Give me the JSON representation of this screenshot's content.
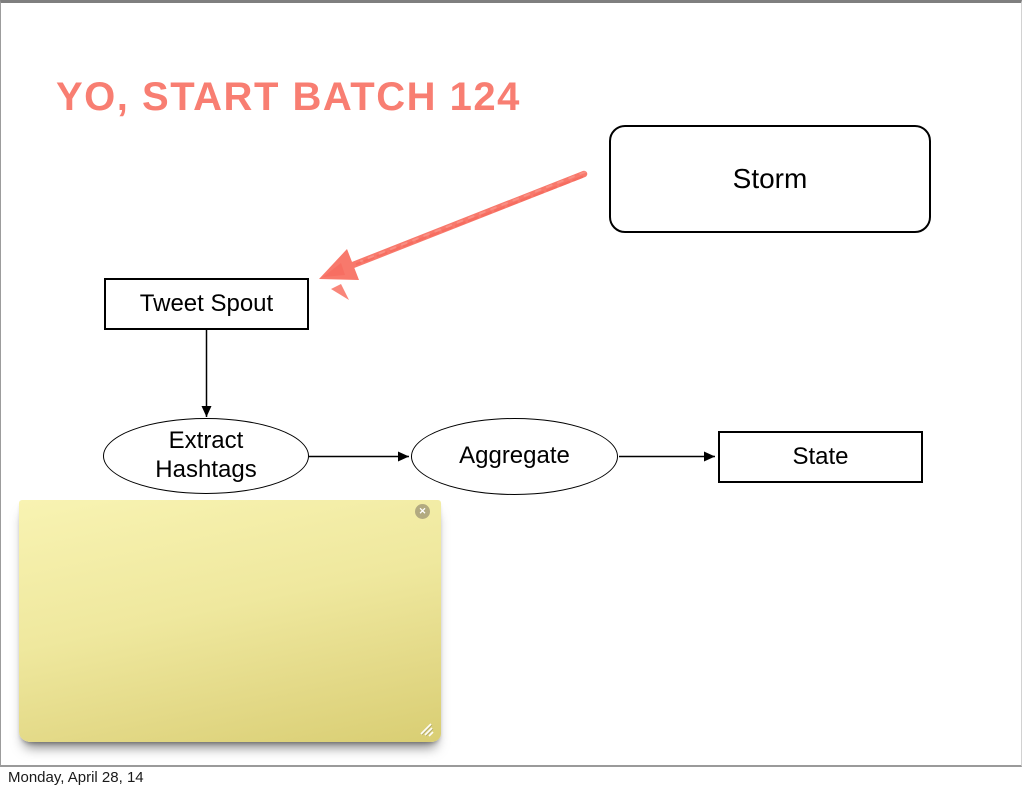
{
  "slide": {
    "title": "YO, START BATCH 124",
    "footer": "Monday, April 28, 14"
  },
  "colors": {
    "accent_coral": "#f87e72",
    "diagram_stroke": "#000000",
    "note_top": "#f8f3b2",
    "note_bottom": "#d9ce73",
    "slide_border": "#9c9c9c"
  },
  "diagram": {
    "storm": {
      "label": "Storm",
      "shape": "rounded-rect"
    },
    "tweet_spout": {
      "label": "Tweet Spout",
      "shape": "rect"
    },
    "extract_hashtags": {
      "line1": "Extract",
      "line2": "Hashtags",
      "shape": "ellipse"
    },
    "aggregate": {
      "label": "Aggregate",
      "shape": "ellipse"
    },
    "state": {
      "label": "State",
      "shape": "rect"
    },
    "edges": [
      {
        "from": "tweet_spout",
        "to": "extract_hashtags",
        "style": "solid-arrow"
      },
      {
        "from": "extract_hashtags",
        "to": "aggregate",
        "style": "solid-arrow"
      },
      {
        "from": "aggregate",
        "to": "state",
        "style": "solid-arrow"
      }
    ],
    "annotation_arrow": {
      "from": "storm",
      "to": "tweet_spout",
      "style": "hand-drawn",
      "color": "#f87e72"
    }
  },
  "sticky_note": {
    "text": "",
    "icons": {
      "close": "✕"
    }
  }
}
